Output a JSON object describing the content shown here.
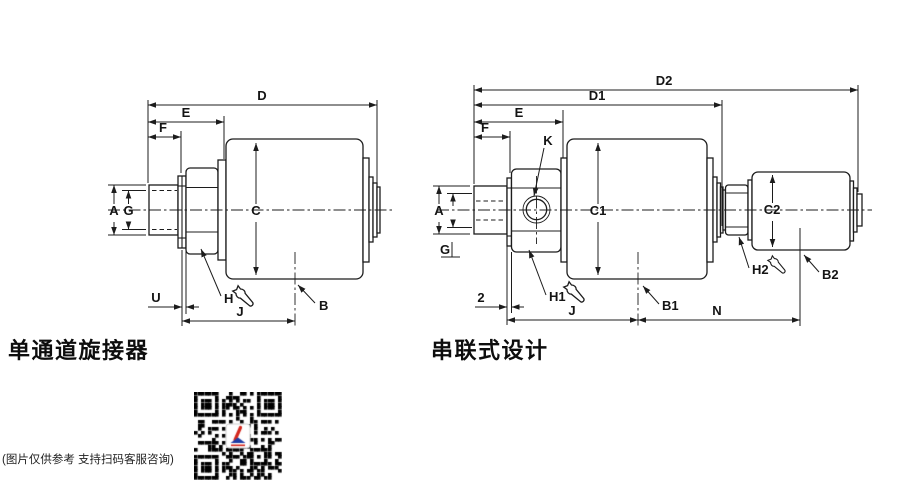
{
  "drawings": {
    "single": {
      "title": "单通道旋接器",
      "labels": {
        "d": "D",
        "e": "E",
        "f": "F",
        "a": "A",
        "g": "G",
        "c": "C",
        "u": "U",
        "h": "H",
        "j": "J",
        "b": "B"
      }
    },
    "tandem": {
      "title": "串联式设计",
      "labels": {
        "d2": "D2",
        "d1": "D1",
        "e": "E",
        "f": "F",
        "k": "K",
        "a": "A",
        "g": "G",
        "c1": "C1",
        "c2": "C2",
        "two": "2",
        "h1": "H1",
        "b1": "B1",
        "h2": "H2",
        "b2": "B2",
        "j": "J",
        "n": "N"
      }
    }
  },
  "footer": {
    "note": "(图片仅供参考 支持扫码客服咨询)"
  },
  "colors": {
    "line": "#1c1c1c",
    "logo_red": "#d5281e",
    "logo_blue": "#1f3da6"
  }
}
